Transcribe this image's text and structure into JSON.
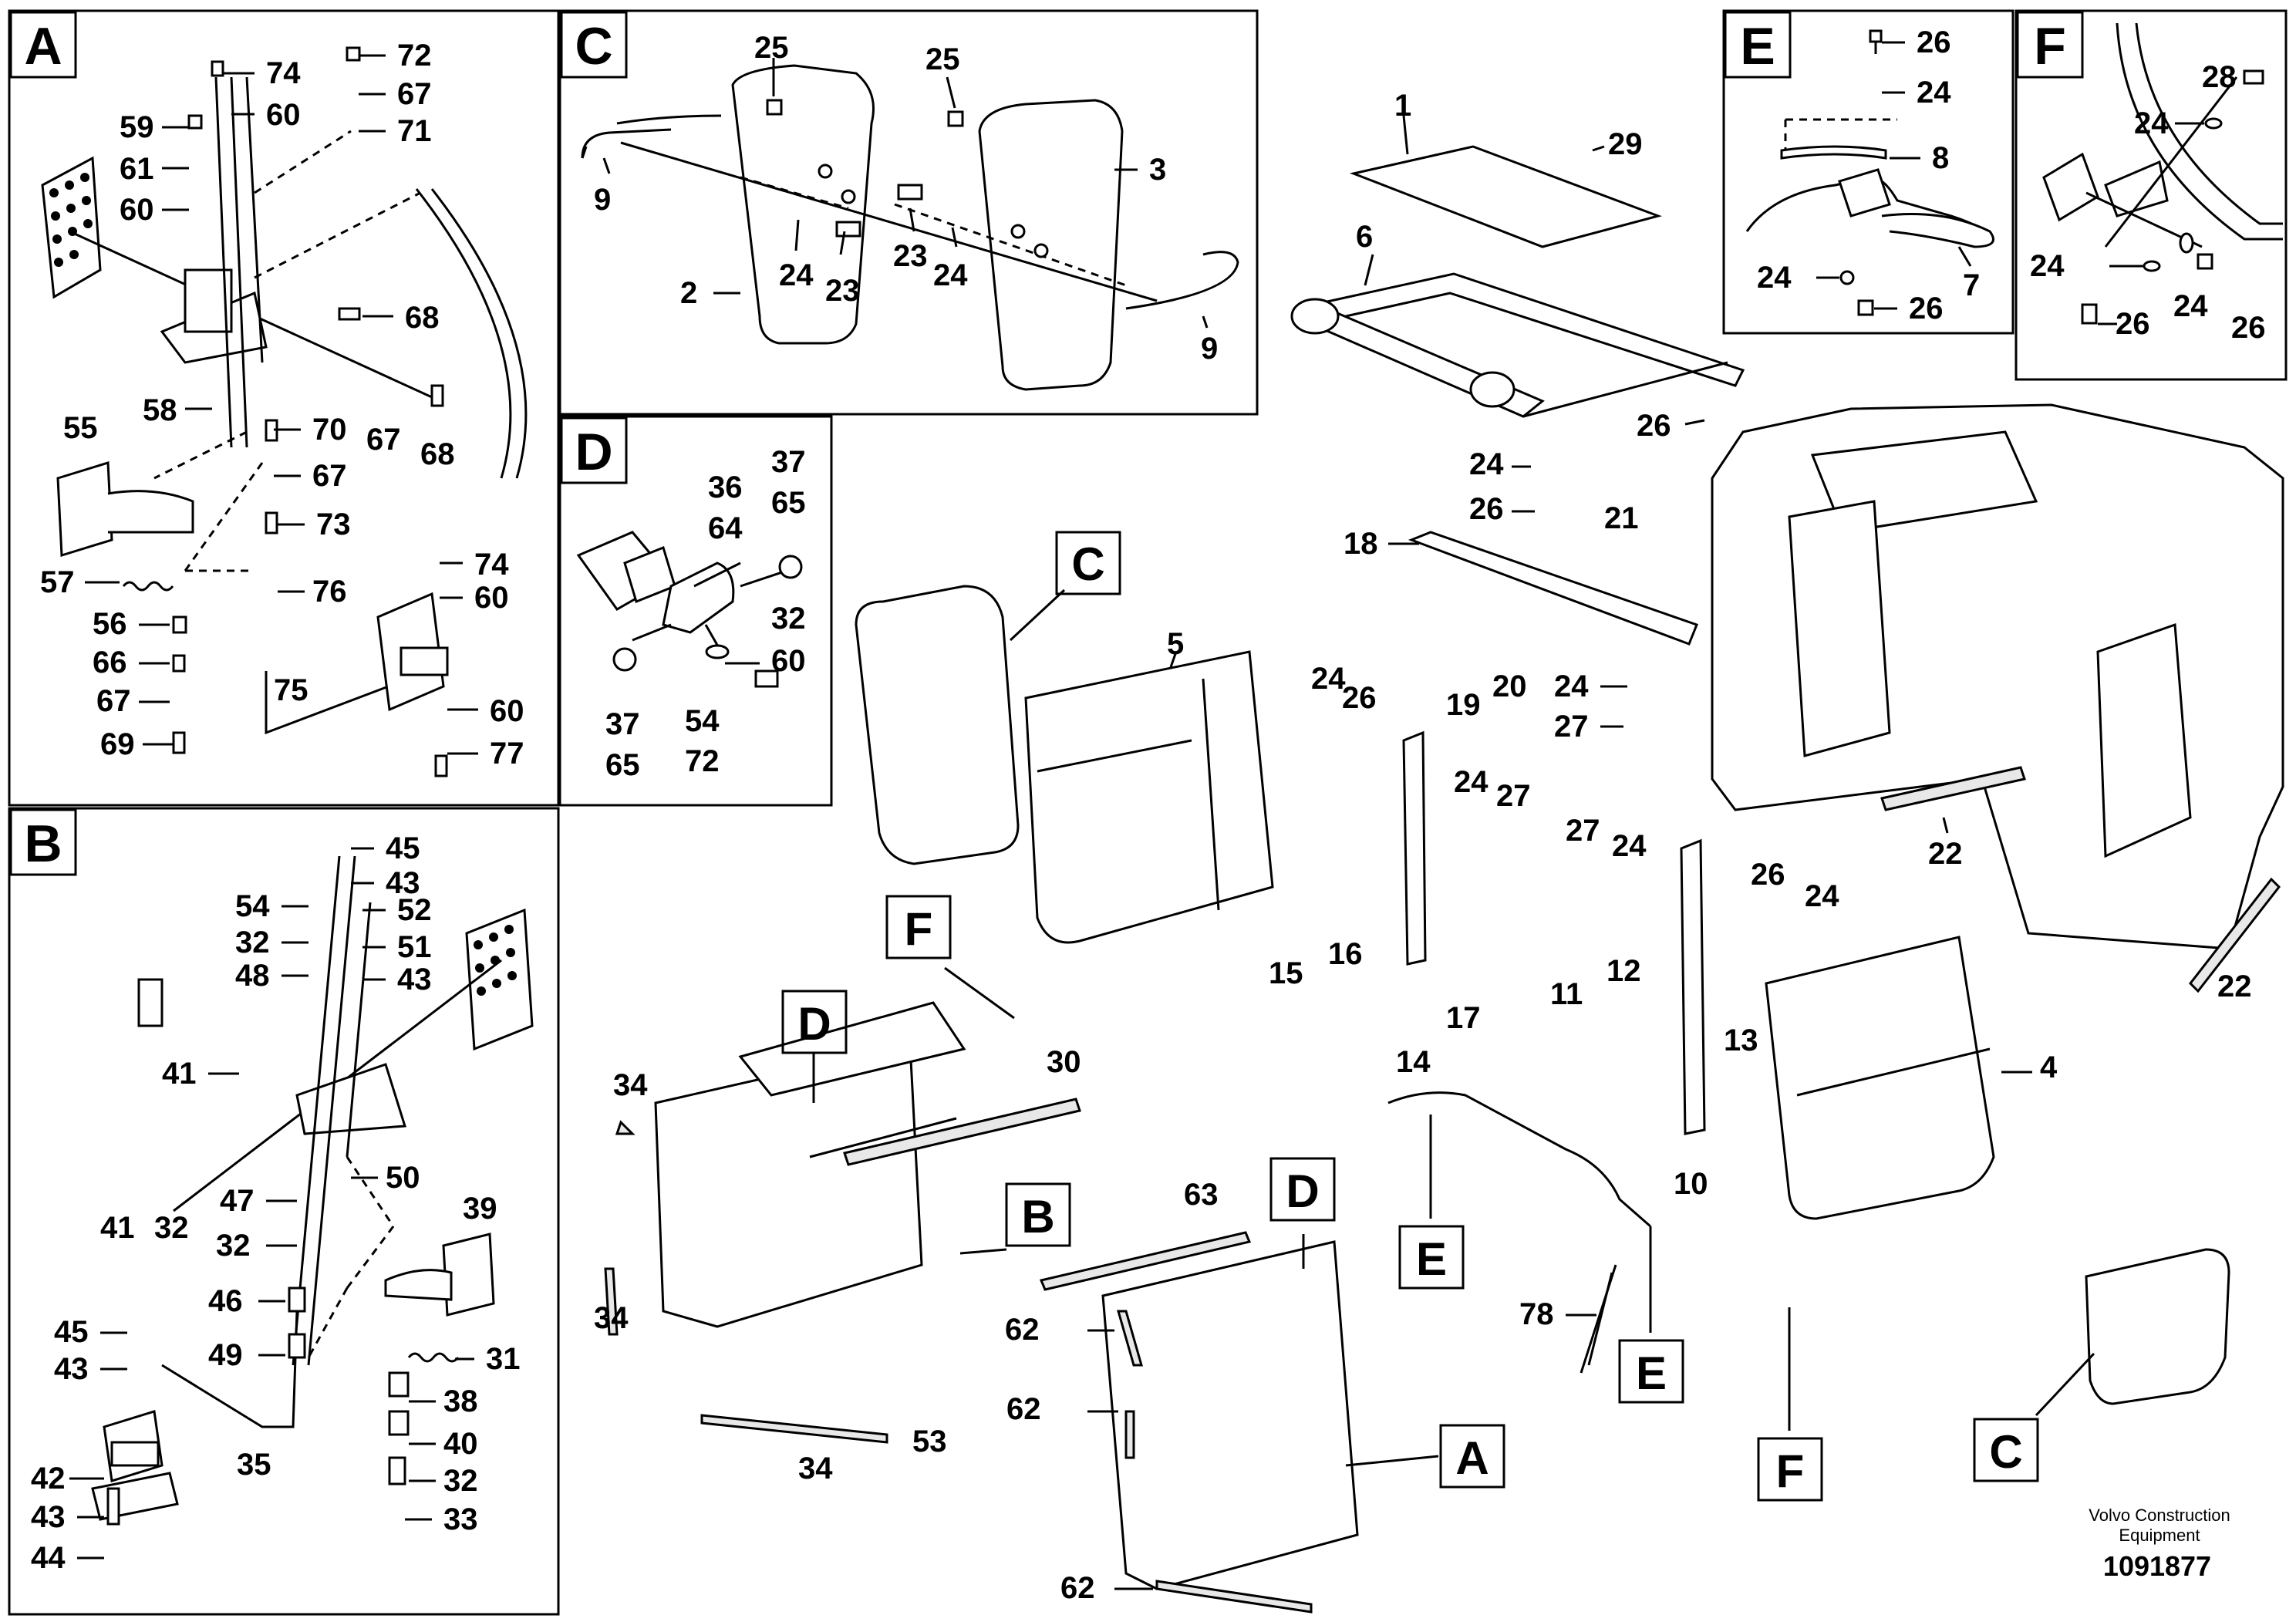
{
  "panels": {
    "A": {
      "letter": "A",
      "labels": [
        "74",
        "72",
        "60",
        "67",
        "59",
        "71",
        "61",
        "60",
        "68",
        "58",
        "70",
        "55",
        "67",
        "67",
        "68",
        "73",
        "57",
        "74",
        "76",
        "56",
        "60",
        "66",
        "75",
        "67",
        "60",
        "69",
        "77"
      ]
    },
    "B": {
      "letter": "B",
      "labels": [
        "45",
        "43",
        "54",
        "52",
        "32",
        "51",
        "48",
        "43",
        "41",
        "50",
        "41",
        "32",
        "47",
        "39",
        "32",
        "46",
        "31",
        "45",
        "49",
        "43",
        "38",
        "35",
        "40",
        "42",
        "32",
        "43",
        "33",
        "44"
      ]
    },
    "C": {
      "letter": "C",
      "labels": [
        "25",
        "25",
        "9",
        "3",
        "24",
        "23",
        "23",
        "24",
        "2",
        "9"
      ]
    },
    "D": {
      "letter": "D",
      "labels": [
        "37",
        "36",
        "65",
        "64",
        "32",
        "60",
        "37",
        "65",
        "54",
        "72"
      ]
    },
    "E": {
      "letter": "E",
      "labels": [
        "26",
        "24",
        "8",
        "24",
        "26",
        "7"
      ]
    },
    "F": {
      "letter": "F",
      "labels": [
        "28",
        "24",
        "24",
        "24",
        "26",
        "26"
      ]
    }
  },
  "main_labels": [
    "1",
    "29",
    "6",
    "26",
    "24",
    "26",
    "18",
    "21",
    "24",
    "26",
    "19",
    "20",
    "24",
    "27",
    "5",
    "24",
    "27",
    "27",
    "24",
    "22",
    "26",
    "24",
    "15",
    "16",
    "17",
    "11",
    "12",
    "13",
    "14",
    "10",
    "4",
    "22",
    "30",
    "34",
    "63",
    "34",
    "62",
    "62",
    "78",
    "53",
    "34",
    "62"
  ],
  "callouts": [
    "C",
    "F",
    "D",
    "B",
    "D",
    "E",
    "E",
    "A",
    "F",
    "C"
  ],
  "footer": {
    "company": "Volvo Construction",
    "company2": "Equipment",
    "drawing_id": "1091877"
  }
}
